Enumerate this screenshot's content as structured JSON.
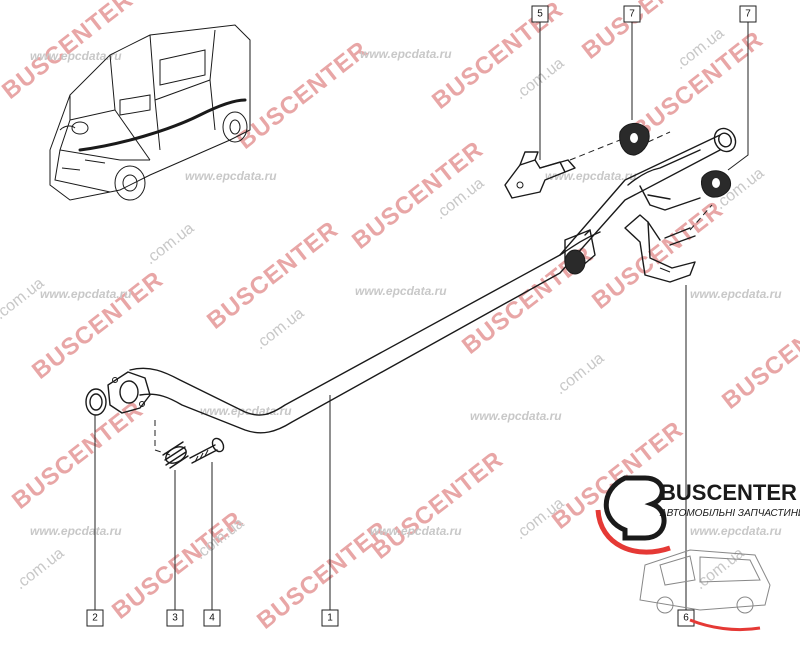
{
  "watermarks": {
    "brand": "BUSCENTER",
    "site_ua": ".com.ua",
    "site_epc": "www.epcdata.ru"
  },
  "logo": {
    "title": "BUSCENTER",
    "subtitle": "АВТОМОБІЛЬНІ ЗАПЧАСТИНИ"
  },
  "callouts": [
    {
      "id": "c2",
      "label": "2"
    },
    {
      "id": "c3",
      "label": "3"
    },
    {
      "id": "c4",
      "label": "4"
    },
    {
      "id": "c1",
      "label": "1"
    },
    {
      "id": "c6",
      "label": "6"
    },
    {
      "id": "c5",
      "label": "5"
    },
    {
      "id": "c7a",
      "label": "7"
    },
    {
      "id": "c7b",
      "label": "7"
    }
  ],
  "colors": {
    "watermark_red": "#e8a6a6",
    "watermark_gray": "#c8c8c8",
    "logo_red": "#e53935",
    "line": "#1a1a1a"
  }
}
